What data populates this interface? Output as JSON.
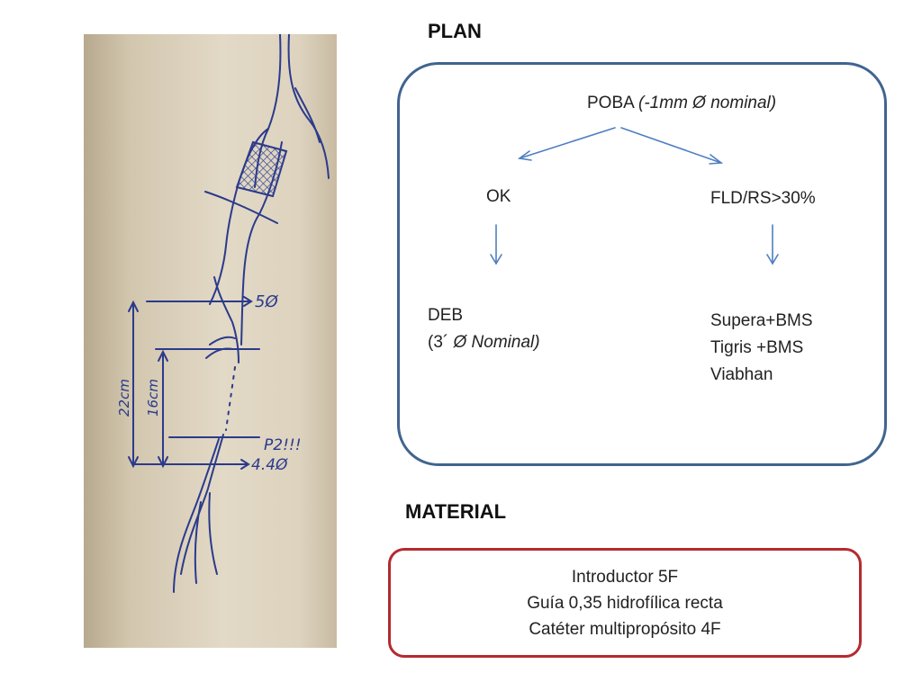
{
  "photo": {
    "labels": {
      "proximal_diameter": "5Ø",
      "distal_diameter": "4.4Ø",
      "point_label": "P2!!!",
      "total_length": "22cm",
      "lesion_length": "16cm"
    }
  },
  "plan": {
    "heading": "PLAN",
    "root": {
      "main": "POBA ",
      "note": "(-1mm Ø nominal)"
    },
    "left_branch": {
      "condition": "OK",
      "action_title": "DEB",
      "action_note_prefix": "(3´ ",
      "action_note": "Ø Nominal)"
    },
    "right_branch": {
      "condition": "FLD/RS>30%",
      "options": [
        "Supera+BMS",
        "Tigris +BMS",
        "Viabhan"
      ]
    }
  },
  "material": {
    "heading": "MATERIAL",
    "items": [
      "Introductor 5F",
      "Guía 0,35 hidrofílica recta",
      "Catéter multipropósito 4F"
    ]
  },
  "colors": {
    "plan_border": "#41648f",
    "material_border": "#b52a2f",
    "arrow": "#4f7fc0",
    "ink": "#2b3a8c"
  }
}
